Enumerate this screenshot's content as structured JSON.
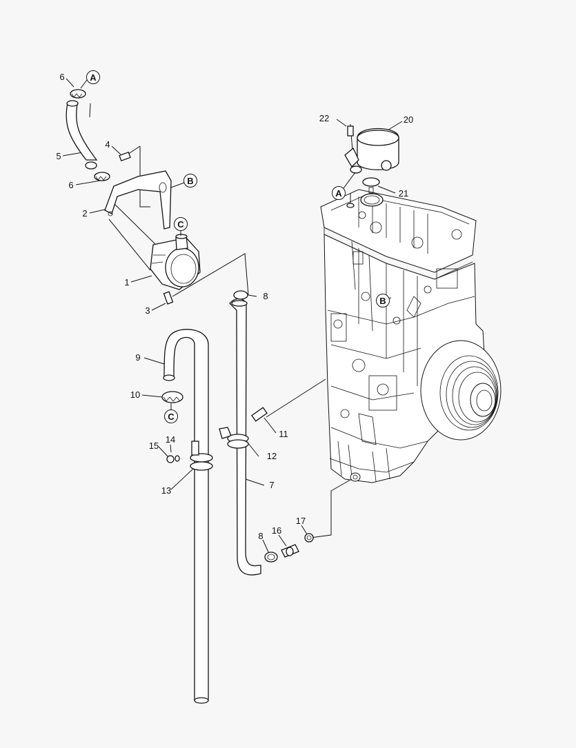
{
  "diagram": {
    "callouts": [
      {
        "id": "c-6a",
        "label": "6"
      },
      {
        "id": "c-5",
        "label": "5"
      },
      {
        "id": "c-4",
        "label": "4"
      },
      {
        "id": "c-6b",
        "label": "6"
      },
      {
        "id": "c-2",
        "label": "2"
      },
      {
        "id": "c-1",
        "label": "1"
      },
      {
        "id": "c-3",
        "label": "3"
      },
      {
        "id": "c-8a",
        "label": "8"
      },
      {
        "id": "c-9",
        "label": "9"
      },
      {
        "id": "c-10",
        "label": "10"
      },
      {
        "id": "c-14",
        "label": "14"
      },
      {
        "id": "c-15",
        "label": "15"
      },
      {
        "id": "c-13",
        "label": "13"
      },
      {
        "id": "c-11",
        "label": "11"
      },
      {
        "id": "c-12",
        "label": "12"
      },
      {
        "id": "c-7",
        "label": "7"
      },
      {
        "id": "c-17",
        "label": "17"
      },
      {
        "id": "c-16",
        "label": "16"
      },
      {
        "id": "c-8b",
        "label": "8"
      },
      {
        "id": "c-22",
        "label": "22"
      },
      {
        "id": "c-20",
        "label": "20"
      },
      {
        "id": "c-21",
        "label": "21"
      }
    ],
    "references": [
      {
        "id": "r-a1",
        "label": "A"
      },
      {
        "id": "r-b1",
        "label": "B"
      },
      {
        "id": "r-c1",
        "label": "C"
      },
      {
        "id": "r-c2",
        "label": "C"
      },
      {
        "id": "r-a2",
        "label": "A"
      },
      {
        "id": "r-b2",
        "label": "B"
      }
    ]
  }
}
